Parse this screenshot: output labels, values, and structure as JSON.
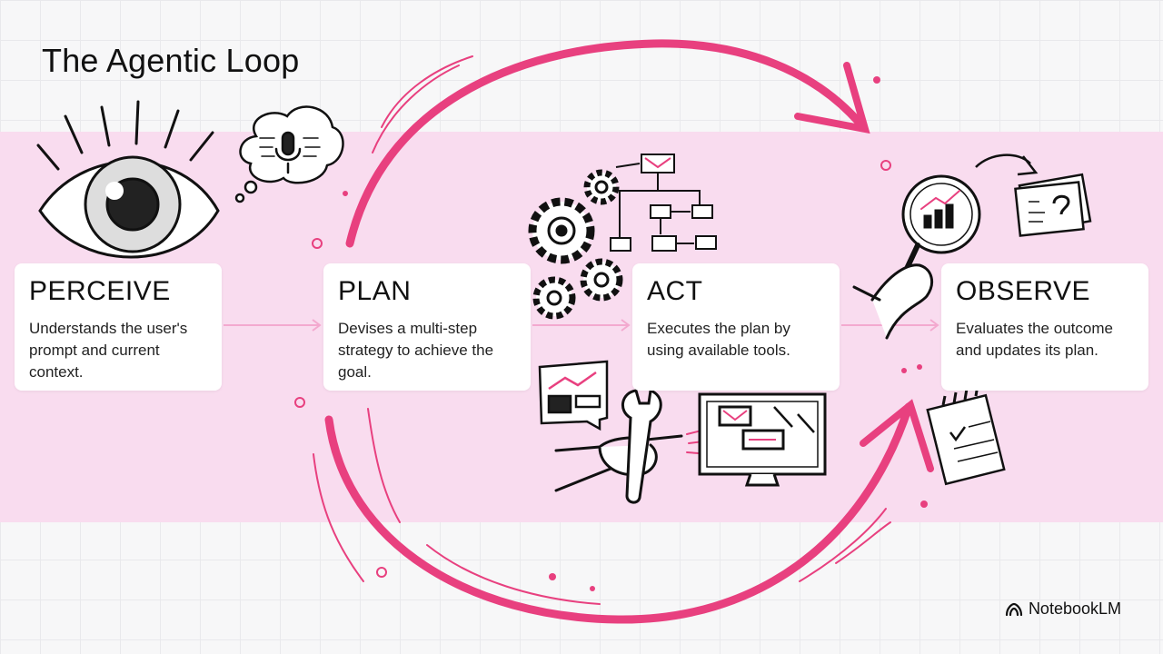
{
  "title": "The Agentic Loop",
  "steps": [
    {
      "name": "PERCEIVE",
      "description": "Understands the user's prompt and current context."
    },
    {
      "name": "PLAN",
      "description": "Devises a multi-step strategy to achieve the goal."
    },
    {
      "name": "ACT",
      "description": "Executes the plan by using available tools."
    },
    {
      "name": "OBSERVE",
      "description": "Evaluates the outcome and updates its plan."
    }
  ],
  "brand": {
    "name": "NotebookLM",
    "icon": "notebooklm-logo-icon"
  },
  "colors": {
    "accent": "#e8407f",
    "band": "#f9dcef",
    "ink": "#111111"
  },
  "icons": [
    "eye-icon",
    "thought-bubble-microphone-icon",
    "gears-icon",
    "flowchart-icon",
    "wrench-hand-icon",
    "monitor-icon",
    "magnifier-chart-icon",
    "question-card-icon",
    "notepad-icon"
  ]
}
